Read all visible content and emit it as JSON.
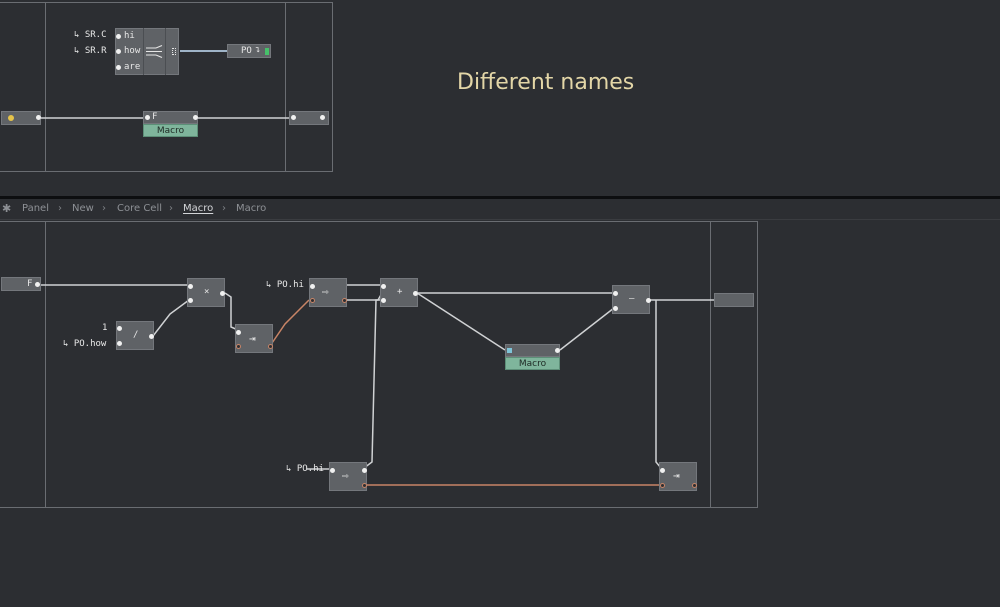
{
  "top": {
    "heading": "Different names",
    "inputs": [
      "↳ SR.C",
      "↳ SR.R"
    ],
    "ports": [
      "hi",
      "how",
      "are"
    ],
    "po_node": "PO",
    "f_node": "F",
    "macro_tag": "Macro"
  },
  "breadcrumb": {
    "items": [
      "Panel",
      "New",
      "Core Cell",
      "Macro",
      "Macro"
    ]
  },
  "bottom": {
    "f_node": "F",
    "multiply": "×",
    "divide": "/",
    "plus": "+",
    "minus": "–",
    "const_one": "1",
    "po_how": "↳ PO.how",
    "po_hi_1": "↳ PO.hi",
    "po_hi_2": "↳ PO.hi",
    "macro_tag": "Macro"
  },
  "colors": {
    "background": "#2c2e32",
    "node": "#5f6266",
    "macro_tag": "#7fb59c",
    "heading": "#e3d6a7",
    "feedback_wire": "#c88466",
    "wire": "#d0d2d4"
  }
}
